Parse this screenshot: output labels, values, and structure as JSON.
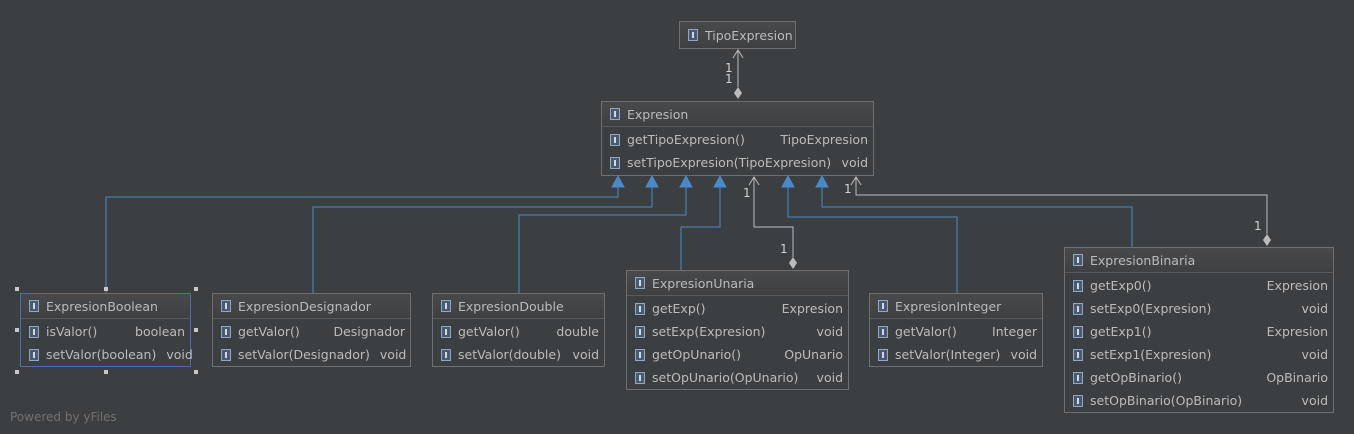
{
  "diagram": {
    "classes": {
      "tipoexpresion": {
        "name": "TipoExpresion",
        "methods": []
      },
      "expresion": {
        "name": "Expresion",
        "methods": [
          {
            "name": "getTipoExpresion()",
            "type": "TipoExpresion"
          },
          {
            "name": "setTipoExpresion(TipoExpresion)",
            "type": "void"
          }
        ]
      },
      "expresionboolean": {
        "name": "ExpresionBoolean",
        "methods": [
          {
            "name": "isValor()",
            "type": "boolean"
          },
          {
            "name": "setValor(boolean)",
            "type": "void"
          }
        ]
      },
      "expresiondesignador": {
        "name": "ExpresionDesignador",
        "methods": [
          {
            "name": "getValor()",
            "type": "Designador"
          },
          {
            "name": "setValor(Designador)",
            "type": "void"
          }
        ]
      },
      "expresiondouble": {
        "name": "ExpresionDouble",
        "methods": [
          {
            "name": "getValor()",
            "type": "double"
          },
          {
            "name": "setValor(double)",
            "type": "void"
          }
        ]
      },
      "expresionunaria": {
        "name": "ExpresionUnaria",
        "methods": [
          {
            "name": "getExp()",
            "type": "Expresion"
          },
          {
            "name": "setExp(Expresion)",
            "type": "void"
          },
          {
            "name": "getOpUnario()",
            "type": "OpUnario"
          },
          {
            "name": "setOpUnario(OpUnario)",
            "type": "void"
          }
        ]
      },
      "expresioninteger": {
        "name": "ExpresionInteger",
        "methods": [
          {
            "name": "getValor()",
            "type": "Integer"
          },
          {
            "name": "setValor(Integer)",
            "type": "void"
          }
        ]
      },
      "expresionbinaria": {
        "name": "ExpresionBinaria",
        "methods": [
          {
            "name": "getExp0()",
            "type": "Expresion"
          },
          {
            "name": "setExp0(Expresion)",
            "type": "void"
          },
          {
            "name": "getExp1()",
            "type": "Expresion"
          },
          {
            "name": "setExp1(Expresion)",
            "type": "void"
          },
          {
            "name": "getOpBinario()",
            "type": "OpBinario"
          },
          {
            "name": "setOpBinario(OpBinario)",
            "type": "void"
          }
        ]
      }
    },
    "multiplicities": {
      "tipo_a": "1",
      "tipo_b": "1",
      "unaria_a": "1",
      "unaria_b": "1",
      "binaria_a": "1",
      "binaria_b": "1"
    },
    "colors": {
      "inheritance": "#4a88c7",
      "association": "#bbbbbb"
    },
    "icons": {
      "class": "class-icon",
      "method": "method-icon"
    }
  },
  "footer": "Powered by yFiles"
}
